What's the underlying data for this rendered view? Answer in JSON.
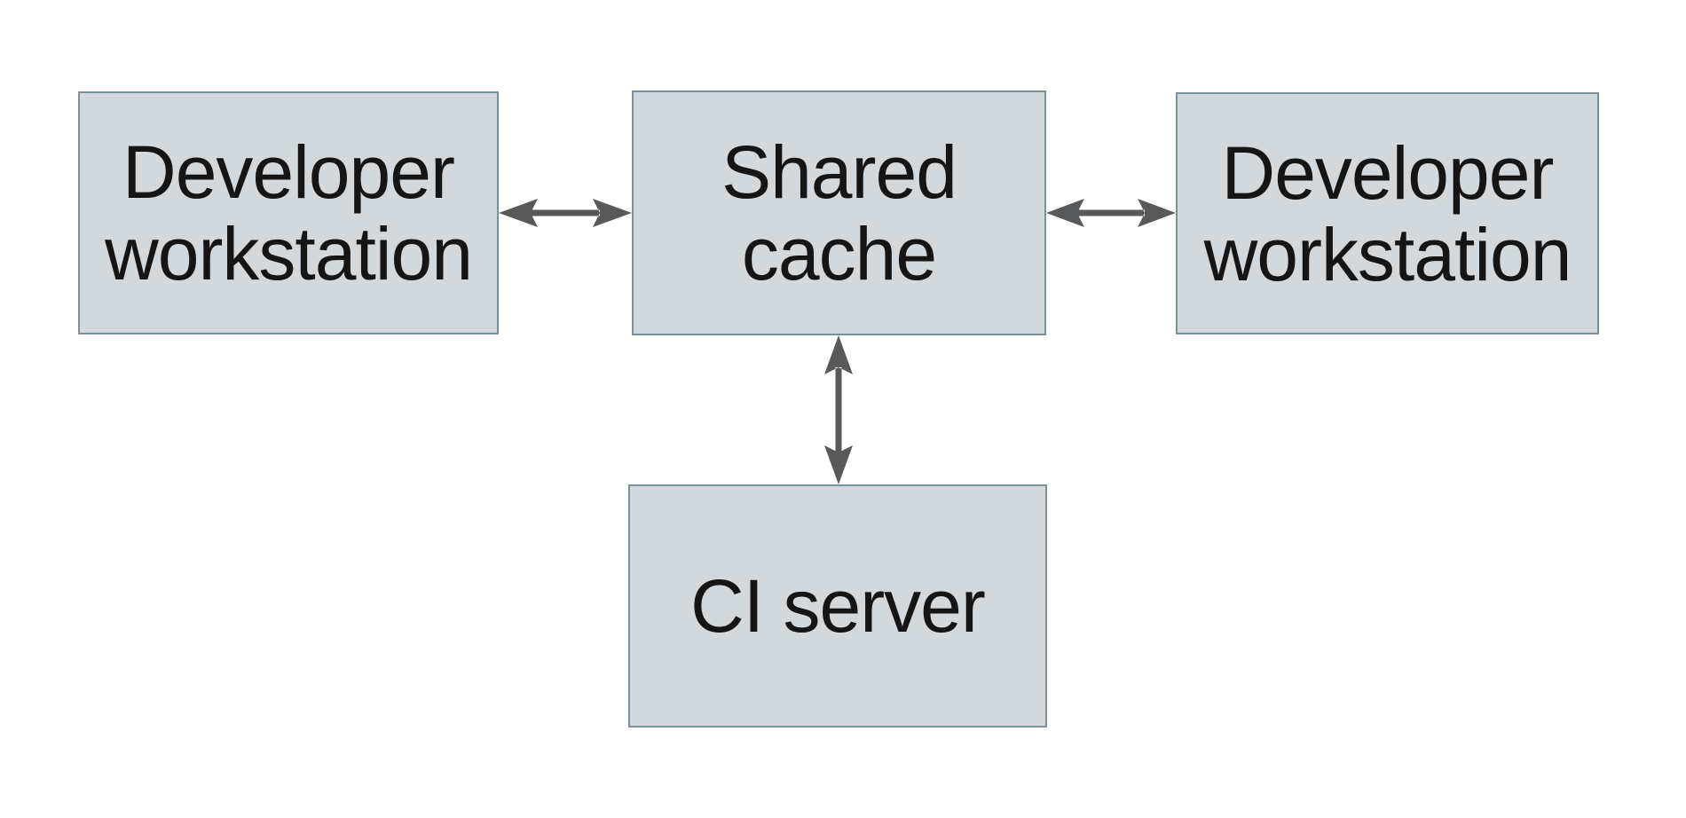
{
  "diagram": {
    "description": "Shared cache topology diagram",
    "colors": {
      "background": "#ffffff",
      "node_fill": "#d2d8db",
      "node_border": "#7b929e",
      "arrow": "#58595b",
      "text": "#151515"
    },
    "nodes": [
      {
        "id": "developer-workstation-left",
        "label": "Developer\nworkstation"
      },
      {
        "id": "shared-cache",
        "label": "Shared\ncache"
      },
      {
        "id": "developer-workstation-right",
        "label": "Developer\nworkstation"
      },
      {
        "id": "ci-server",
        "label": "CI server"
      }
    ],
    "edges": [
      {
        "from": "developer-workstation-left",
        "to": "shared-cache",
        "direction": "bidirectional",
        "orientation": "horizontal"
      },
      {
        "from": "shared-cache",
        "to": "developer-workstation-right",
        "direction": "bidirectional",
        "orientation": "horizontal"
      },
      {
        "from": "shared-cache",
        "to": "ci-server",
        "direction": "bidirectional",
        "orientation": "vertical"
      }
    ]
  }
}
